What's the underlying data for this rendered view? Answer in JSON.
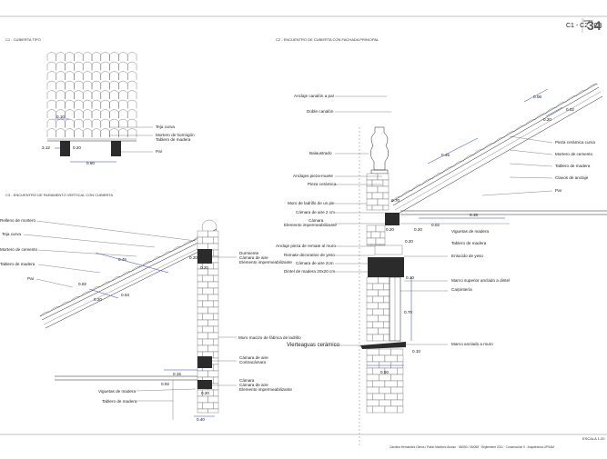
{
  "header": {
    "sheet_codes": "C1 - C2 - C3",
    "sheet_number": "34",
    "sheet_sublabel": "lamina"
  },
  "panels": {
    "c1_title": "C1 - CUBIERTA TIPO",
    "c2_title": "C2 - ENCUENTRO DE CUBIERTA CON FACHADA PRINCIPAL",
    "c3_title": "C3 - ENCUENTRO DE PARAMENTO VERTICAL CON CUBIERTA"
  },
  "c1": {
    "labels": [
      "Teja curva",
      "Mortero de hormigón",
      "Tablero de madera",
      "Par"
    ],
    "dims": [
      "0.10",
      "3.12",
      "0.20",
      "0.60"
    ]
  },
  "c3": {
    "left_labels": [
      "Relleno de mortero",
      "Teja curva",
      "Mortero de cemento",
      "Tablero de madera",
      "Par"
    ],
    "right_labels": [
      "Durmiente",
      "Cámara de aire",
      "Elemento impermeabilizante",
      "Muro macizo de fábrica de ladrillo",
      "Cámara de aire",
      "Contracámara",
      "Cámara",
      "Cámara de aire",
      "Elemento impermeabilizante"
    ],
    "bottom_labels": [
      "Viguetas de madera",
      "Tablero de madera"
    ],
    "dims": [
      "0.45",
      "0.20",
      "0.20",
      "0.02",
      "0.04",
      "0.20",
      "0.15",
      "0.02",
      "0.20",
      "0.40"
    ]
  },
  "c2": {
    "left_labels": [
      "Anclaje canalón a par",
      "Doble canalón",
      "Balaustrado",
      "Anclajes pieza-muete",
      "Pieza cerámica",
      "Muro de ladrillo de un pie",
      "Cámara de aire 2 cm",
      "Cámara",
      "Elemento impermeabilizante",
      "Anclaje pieza de remate al muro",
      "Remate decorativo de yeso",
      "Cámara de aire 2cm",
      "Dintel de madera 20x20 cm"
    ],
    "right_labels": [
      "Pieza cerámica curva",
      "Mortero de cemento",
      "Tablero de madera",
      "Clavos de anclaje",
      "Par",
      "Viguetas de madera",
      "Tablero de madera",
      "Enlucido de yeso",
      "Marco superior anclado a dintel",
      "Carpintería",
      "Marco anclado a muro"
    ],
    "bottom_label": "Vierteaguas cerámico",
    "dims": [
      "0.06",
      "0.02",
      "0.20",
      "0.45",
      "0.70",
      "0.15",
      "0.02",
      "0.20",
      "0.20",
      "0.20",
      "0.10",
      "0.70",
      "0.10",
      "0.50"
    ]
  },
  "footer": {
    "scale": "ESCALA 1:20",
    "credits": "Carolina Hernández Olmos / Pablo Martínez Alonso · 06/050 / 06/058 · Septiembre 2011 · Construcción II · Arquitectura UPSAM"
  },
  "colors": {
    "dimension": "#2a3fd0",
    "fill_dark": "#2b2b2b",
    "line": "#222222"
  }
}
